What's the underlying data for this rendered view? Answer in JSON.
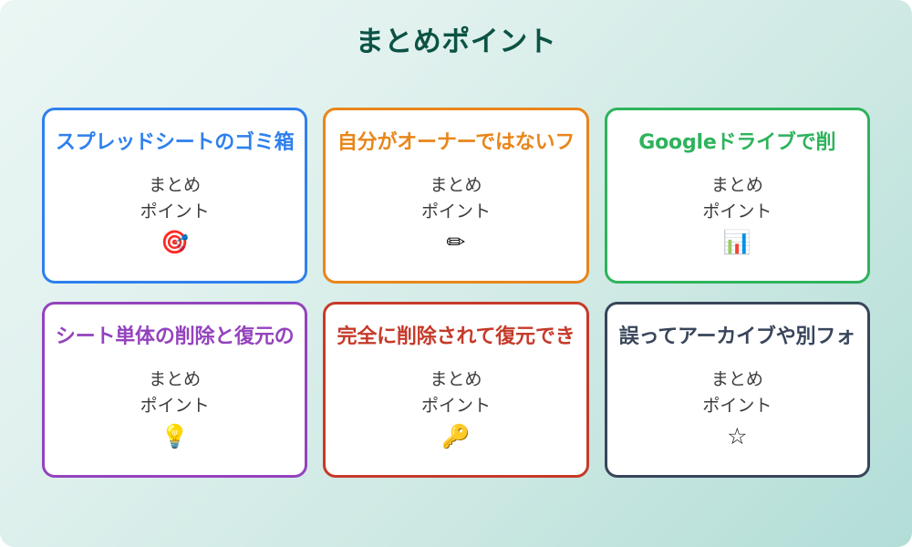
{
  "page": {
    "title": "まとめポイント",
    "title_color": "#0b5345",
    "background_from": "#eaf6f3",
    "background_to": "#b2ddd7"
  },
  "cards": [
    {
      "title": "スプレッドシートのゴミ箱",
      "body": "まとめ\nポイント",
      "icon": "🎯",
      "icon_name": "target-dart-icon",
      "accent": "#2f80ed",
      "accent_name": "blue"
    },
    {
      "title": "自分がオーナーではないフ",
      "body": "まとめ\nポイント",
      "icon": "✏",
      "icon_name": "pencil-icon",
      "accent": "#e8861b",
      "accent_name": "orange"
    },
    {
      "title": "Googleドライブで削",
      "body": "まとめ\nポイント",
      "icon": "📊",
      "icon_name": "bar-chart-icon",
      "accent": "#2eb35c",
      "accent_name": "green"
    },
    {
      "title": "シート単体の削除と復元の",
      "body": "まとめ\nポイント",
      "icon": "💡",
      "icon_name": "lightbulb-icon",
      "accent": "#9443bd",
      "accent_name": "purple"
    },
    {
      "title": "完全に削除されて復元でき",
      "body": "まとめ\nポイント",
      "icon": "🔑",
      "icon_name": "key-icon",
      "accent": "#c63a2a",
      "accent_name": "red"
    },
    {
      "title": "誤ってアーカイブや別フォ",
      "body": "まとめ\nポイント",
      "icon": "☆",
      "icon_name": "star-icon",
      "accent": "#38455a",
      "accent_name": "navy"
    }
  ]
}
